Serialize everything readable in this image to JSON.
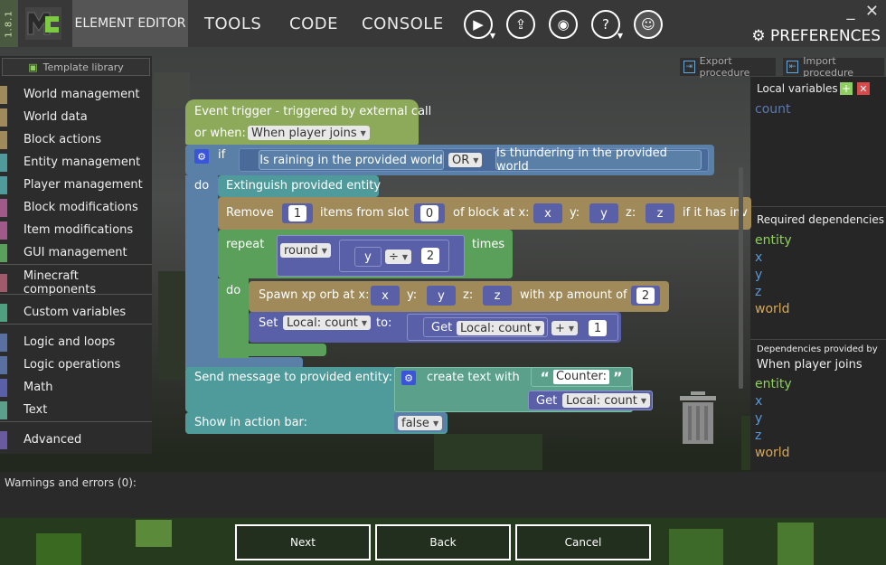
{
  "version": "1.8.1",
  "topbar": {
    "active_tab": "ELEMENT EDITOR",
    "menus": [
      "TOOLS",
      "CODE",
      "CONSOLE"
    ],
    "preferences": "PREFERENCES"
  },
  "left_panel": {
    "template_library": "Template library",
    "categories": [
      {
        "label": "World management",
        "color": "#a08a5a"
      },
      {
        "label": "World data",
        "color": "#a08a5a"
      },
      {
        "label": "Block actions",
        "color": "#a08a5a"
      },
      {
        "label": "Entity management",
        "color": "#4f9a9a"
      },
      {
        "label": "Player management",
        "color": "#4f9a9a"
      },
      {
        "label": "Block modifications",
        "color": "#a05a8a"
      },
      {
        "label": "Item modifications",
        "color": "#a05a8a"
      },
      {
        "label": "GUI management",
        "color": "#5aa05a"
      },
      {
        "label": "Minecraft components",
        "color": "#a05a6a"
      },
      {
        "label": "Custom variables",
        "color": "#4fa080"
      },
      {
        "label": "Logic and loops",
        "color": "#5a70a0"
      },
      {
        "label": "Logic operations",
        "color": "#5a70a0"
      },
      {
        "label": "Math",
        "color": "#5a60a8"
      },
      {
        "label": "Text",
        "color": "#5aa08a"
      },
      {
        "label": "Advanced",
        "color": "#6a5aa0"
      }
    ]
  },
  "toolbar": {
    "export": "Export procedure",
    "import": "Import procedure"
  },
  "right_panel": {
    "local_variables_title": "Local variables",
    "local_variables": [
      "count"
    ],
    "required_title": "Required dependencies",
    "required": [
      {
        "name": "entity",
        "color": "#8fcf5f"
      },
      {
        "name": "x",
        "color": "#5a9ad8"
      },
      {
        "name": "y",
        "color": "#5a9ad8"
      },
      {
        "name": "z",
        "color": "#5a9ad8"
      },
      {
        "name": "world",
        "color": "#d8a85a"
      }
    ],
    "provided_title": "Dependencies provided by",
    "provided_trigger": "When player joins",
    "provided": [
      {
        "name": "entity",
        "color": "#8fcf5f"
      },
      {
        "name": "x",
        "color": "#5a9ad8"
      },
      {
        "name": "y",
        "color": "#5a9ad8"
      },
      {
        "name": "z",
        "color": "#5a9ad8"
      },
      {
        "name": "world",
        "color": "#d8a85a"
      }
    ]
  },
  "blocks": {
    "event_title": "Event trigger - triggered by external call",
    "or_when": "or when:",
    "trigger": "When player joins",
    "if": "if",
    "cond1": "Is raining in the provided world",
    "or_op": "OR",
    "cond2": "Is thundering in the provided world",
    "do": "do",
    "extinguish": "Extinguish provided entity",
    "remove": "Remove",
    "remove_count": "1",
    "items_from_slot": "items from slot",
    "slot": "0",
    "of_block_at": "of block at x:",
    "x": "x",
    "y_label": "y:",
    "y": "y",
    "z_label": "z:",
    "z": "z",
    "if_it_has_inv": "if it has inv",
    "repeat": "repeat",
    "round": "round",
    "div_y": "y",
    "div_op": "÷",
    "div_n": "2",
    "times": "times",
    "do2": "do",
    "spawn": "Spawn xp orb at x:",
    "sx": "x",
    "sy_label": "y:",
    "sy": "y",
    "sz_label": "z:",
    "sz": "z",
    "with_xp": "with xp amount of",
    "xp": "2",
    "set": "Set",
    "local_count": "Local: count",
    "to": "to:",
    "get": "Get",
    "plus": "+",
    "one": "1",
    "send_msg": "Send message to provided entity:",
    "create_text": "create text with",
    "counter": "Counter:",
    "get2": "Get",
    "local_count2": "Local: count",
    "show_action": "Show in action bar:",
    "false_val": "false"
  },
  "bottom": {
    "warnings": "Warnings and errors (0):",
    "next": "Next",
    "back": "Back",
    "cancel": "Cancel"
  }
}
